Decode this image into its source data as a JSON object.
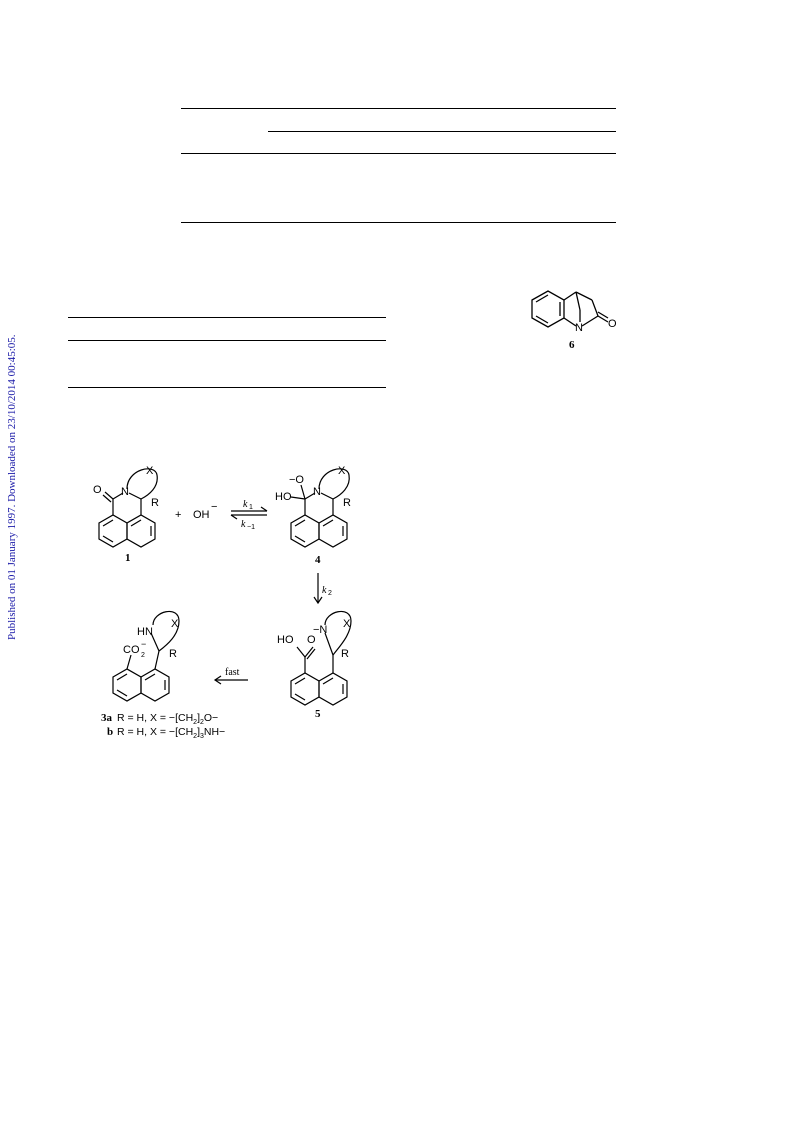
{
  "provenance": {
    "text": "Published on 01 January 1997. Downloaded on 23/10/2014 00:45:05."
  },
  "compound6": {
    "label": "6",
    "atom_n": "N",
    "atom_o": "O"
  },
  "scheme": {
    "c1": {
      "label": "1",
      "o": "O",
      "n": "N",
      "r": "R",
      "x": "X"
    },
    "plus": "+",
    "oh": "OH",
    "oh_charge": "−",
    "k1": "k",
    "k1_sub": "1",
    "km1": "k",
    "km1_sub": "−1",
    "c4": {
      "label": "4",
      "o_minus": "−O",
      "ho": "HO",
      "n": "N",
      "r": "R",
      "x": "X"
    },
    "k2": "k",
    "k2_sub": "2",
    "c5": {
      "label": "5",
      "ho": "HO",
      "o": "O",
      "n_minus": "−N",
      "r": "R",
      "x": "X"
    },
    "fast": "fast",
    "c3": {
      "hn": "HN",
      "co2": "CO",
      "co2_sub": "2",
      "co2_sup": "−",
      "r": "R",
      "x": "X"
    },
    "legend": {
      "a_label": "3a",
      "a_text": "R = H,  X = −[CH",
      "a_sub": "2",
      "a_tail": "]",
      "a_sub2": "2",
      "a_end": "O−",
      "b_label": "b",
      "b_text": "R = H,  X = −[CH",
      "b_sub": "2",
      "b_tail": "]",
      "b_sub2": "3",
      "b_end": "NH−"
    }
  }
}
